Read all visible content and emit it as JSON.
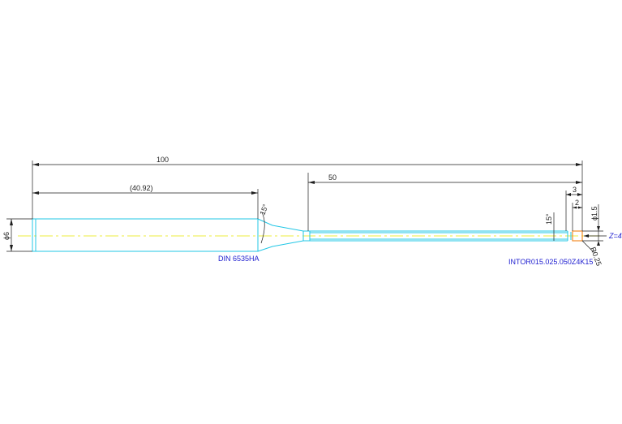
{
  "colors": {
    "background": "#ffffff",
    "tool_outline": "#22c7e6",
    "dimension_lines": "#1e1e1e",
    "centerline": "#e6e600",
    "annotation_text": "#2020d0",
    "cutting_tip": "#f28c28"
  },
  "dimensions": {
    "overall_length": "100",
    "shank_length": "(40.92)",
    "neck_length": "50",
    "tip_length_3": "3",
    "tip_length_2": "2",
    "shank_diameter": "ϕ6",
    "tip_diameter": "ϕ1.5",
    "taper_angle": "15°",
    "neck_angle": "15°",
    "corner_radius": "R0.25"
  },
  "annotations": {
    "standard": "DIN 6535HA",
    "part_number": "INTOR015.025.050Z4K15",
    "flutes": "Z=4"
  }
}
